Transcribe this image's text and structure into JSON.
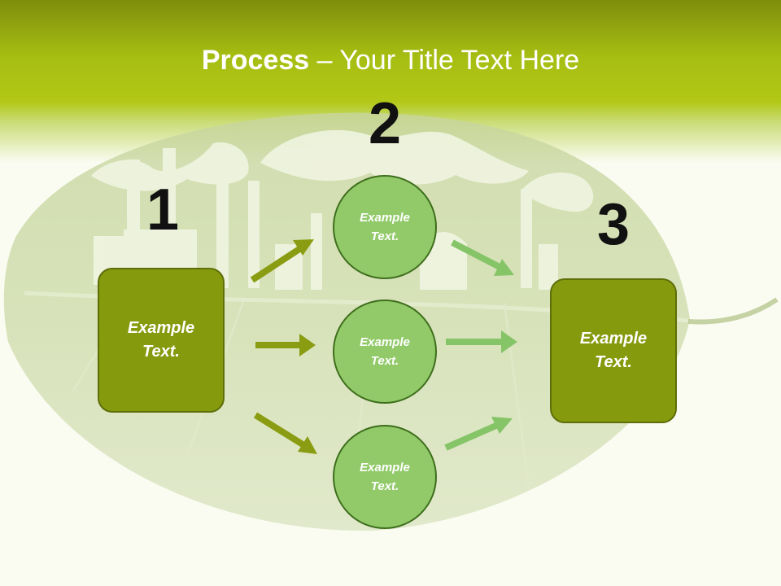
{
  "slide": {
    "title_bold": "Process",
    "title_rest": " – Your Title Text Here"
  },
  "numbers": {
    "one": "1",
    "two": "2",
    "three": "3"
  },
  "left_box": {
    "text": "Example Text."
  },
  "circles": [
    {
      "text": "Example Text."
    },
    {
      "text": "Example Text."
    },
    {
      "text": "Example Text."
    }
  ],
  "right_box": {
    "text": "Example Text."
  },
  "colors": {
    "header_green": "#a6be12",
    "box_olive": "#869a0e",
    "circle_green": "#92ca6a",
    "arrow_olive": "#8a9c12",
    "arrow_light": "#86c468"
  }
}
